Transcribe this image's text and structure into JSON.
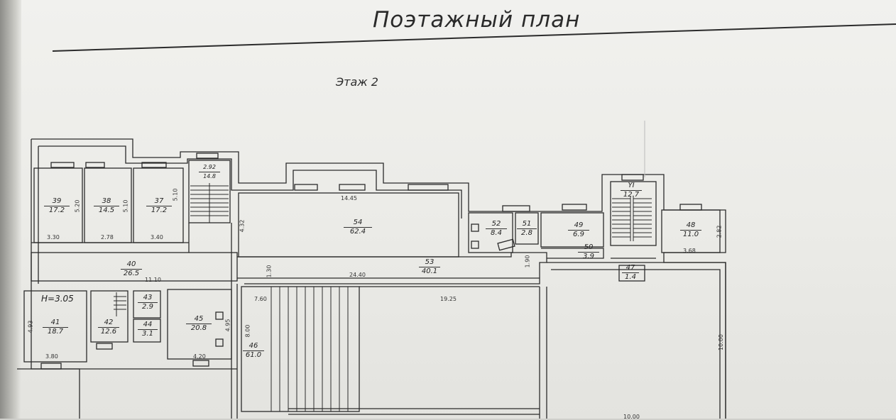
{
  "title": "Поэтажный план",
  "floor_label": "Этаж 2",
  "height_note": "H=3.05",
  "rooms": [
    {
      "num": "39",
      "area": "17.2"
    },
    {
      "num": "38",
      "area": "14.5"
    },
    {
      "num": "37",
      "area": "17.2"
    },
    {
      "num": "54",
      "area": "62.4"
    },
    {
      "num": "52",
      "area": "8.4"
    },
    {
      "num": "51",
      "area": "2.8"
    },
    {
      "num": "49",
      "area": "6.9"
    },
    {
      "num": "50",
      "area": "3.9"
    },
    {
      "num": "YI",
      "area": "12.7"
    },
    {
      "num": "48",
      "area": "11.0"
    },
    {
      "num": "47",
      "area": "1.4"
    },
    {
      "num": "53",
      "area": "40.1"
    },
    {
      "num": "40",
      "area": "26.5"
    },
    {
      "num": "41",
      "area": "18.7"
    },
    {
      "num": "42",
      "area": "12.6"
    },
    {
      "num": "43",
      "area": "2.9"
    },
    {
      "num": "44",
      "area": "3.1"
    },
    {
      "num": "45",
      "area": "20.8"
    },
    {
      "num": "46",
      "area": "61.0"
    }
  ],
  "stair_top_label": "2.92",
  "stair_top_area": "14.8",
  "dimensions": {
    "d520": "5.20",
    "d510a": "5.10",
    "d510b": "5.10",
    "d330": "3.30",
    "d278": "2.78",
    "d340": "3.40",
    "d432": "4.32",
    "d1445": "14.45",
    "d1110": "11.10",
    "d2440": "24.40",
    "d130": "1.30",
    "d190": "1.90",
    "d368": "3.68",
    "d282": "2.82",
    "d760": "7.60",
    "d1925": "19.25",
    "d1000": "10.00",
    "d493": "4.93",
    "d380": "3.80",
    "d495": "4.95",
    "d800": "8.00",
    "d420": "4.20",
    "d1000b": "10.00"
  }
}
